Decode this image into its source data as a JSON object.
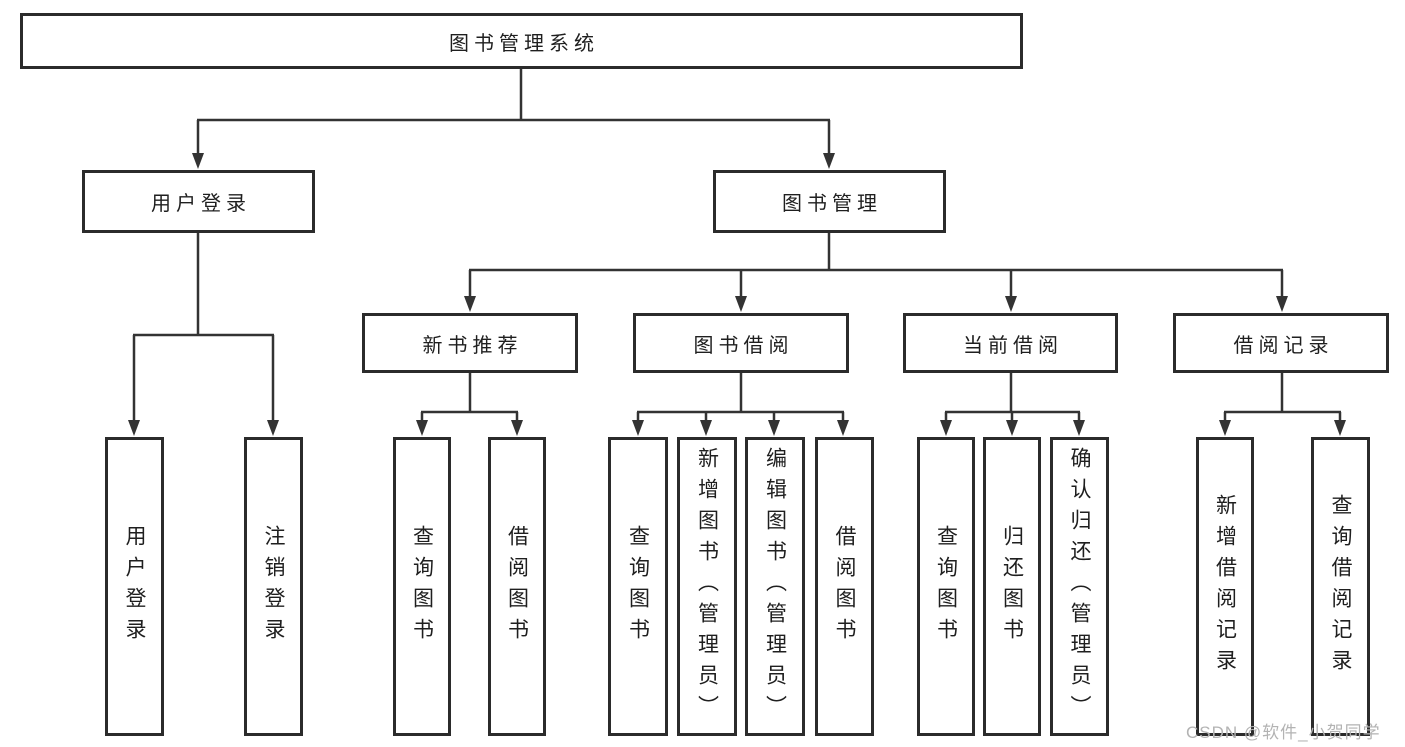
{
  "tree": {
    "label": "图书管理系统",
    "children": [
      {
        "label": "用户登录",
        "children": [
          {
            "label": "用户登录"
          },
          {
            "label": "注销登录"
          }
        ]
      },
      {
        "label": "图书管理",
        "children": [
          {
            "label": "新书推荐",
            "children": [
              {
                "label": "查询图书"
              },
              {
                "label": "借阅图书"
              }
            ]
          },
          {
            "label": "图书借阅",
            "children": [
              {
                "label": "查询图书"
              },
              {
                "label": "新增图书（管理员）"
              },
              {
                "label": "编辑图书（管理员）"
              },
              {
                "label": "借阅图书"
              }
            ]
          },
          {
            "label": "当前借阅",
            "children": [
              {
                "label": "查询图书"
              },
              {
                "label": "归还图书"
              },
              {
                "label": "确认归还（管理员）"
              }
            ]
          },
          {
            "label": "借阅记录",
            "children": [
              {
                "label": "新增借阅记录"
              },
              {
                "label": "查询借阅记录"
              }
            ]
          }
        ]
      }
    ]
  },
  "watermark": {
    "text": "CSDN @软件_小贺同学"
  },
  "colors": {
    "line": "#333333",
    "box_border": "#2b2b2b",
    "text": "#1f1f1f",
    "background": "#ffffff",
    "watermark": "#b3b3b3"
  }
}
